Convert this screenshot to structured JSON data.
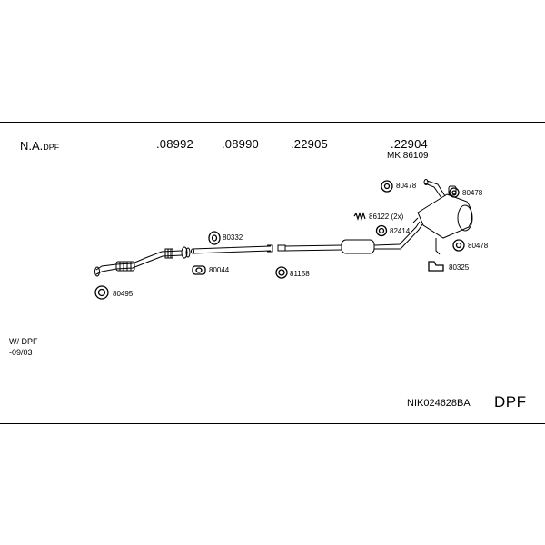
{
  "header": {
    "variant": "N.A.",
    "variant_suffix": "DPF"
  },
  "part_numbers": {
    "p1": ".08992",
    "p2": ".08990",
    "p3": ".22905",
    "p4": ".22904"
  },
  "kit_note": {
    "prefix": "MK",
    "number": "86109"
  },
  "fittings": {
    "f80332": "80332",
    "f80044": "80044",
    "f81158": "81158",
    "f80495": "80495",
    "f80478a": "80478",
    "f80478b": "80478",
    "f80478c": "80478",
    "f86122": "86122 (2x)",
    "f82414": "82414",
    "f80325": "80325"
  },
  "notes": {
    "line1": "W/ DPF",
    "line2": "-09/03"
  },
  "footer": {
    "code": "NIK024628BA",
    "type": "DPF"
  }
}
